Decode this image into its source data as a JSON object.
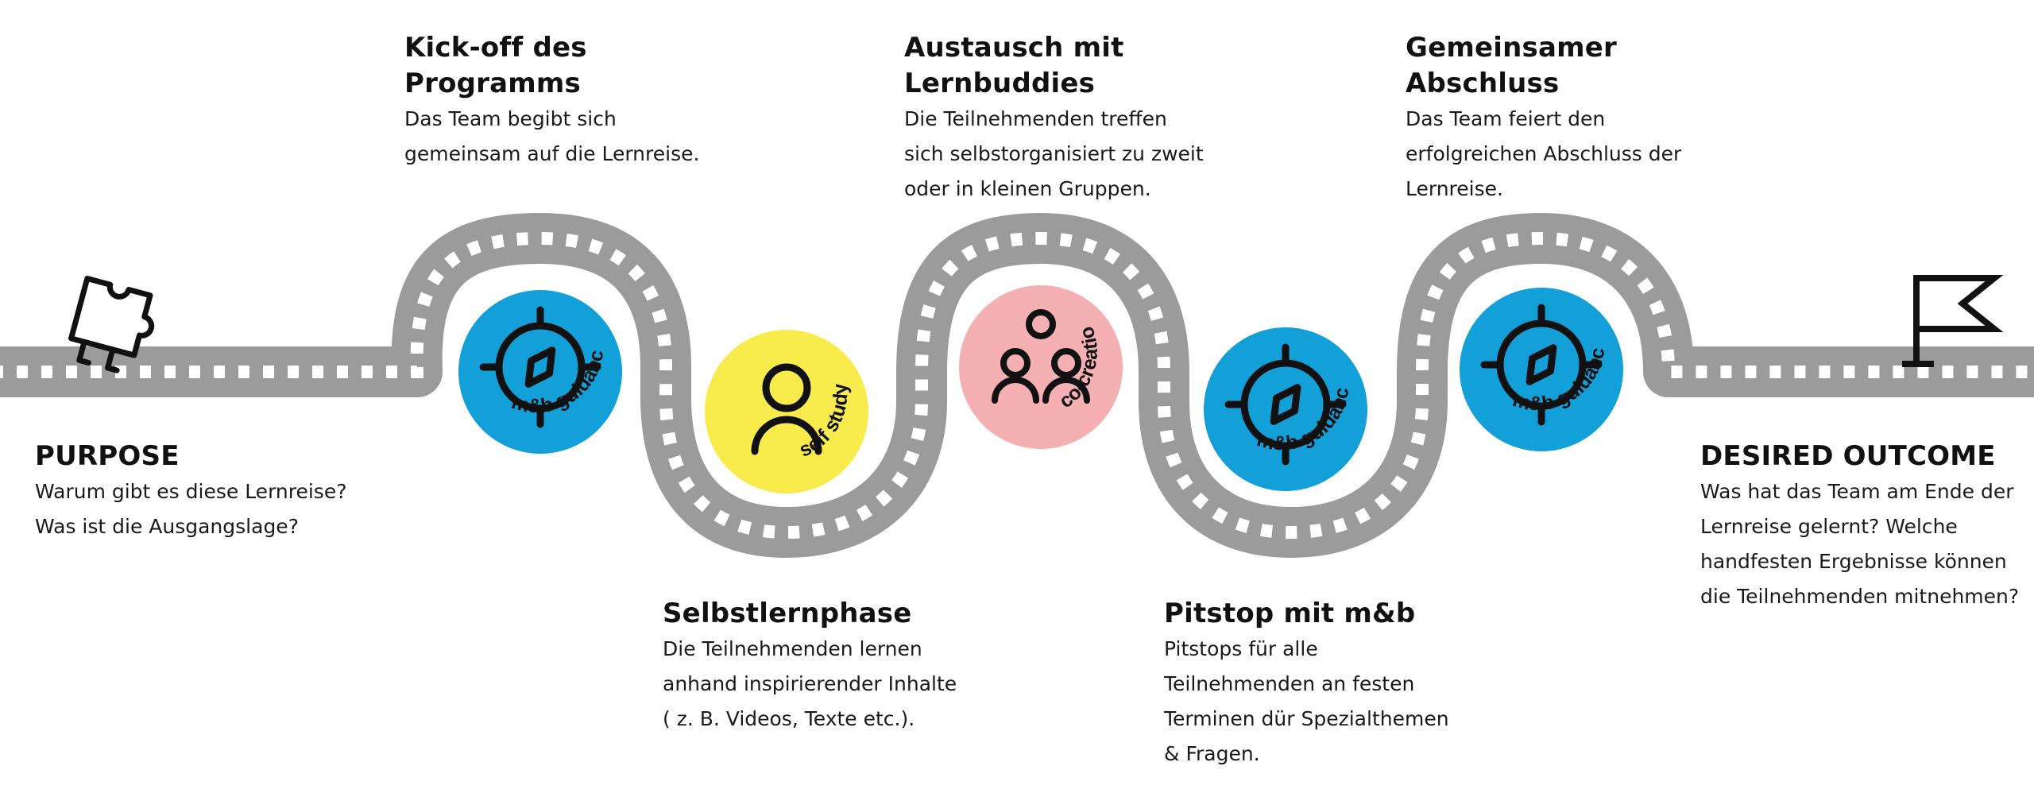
{
  "colors": {
    "road": "#9b9b9b",
    "dash": "#ffffff",
    "guidance": "#139fd8",
    "self_study": "#f8ec4c",
    "co_creation": "#f5b0b4",
    "icon": "#111111"
  },
  "start": {
    "title": "PURPOSE",
    "lines": [
      "Warum gibt es diese Lernreise?",
      "Was ist die Ausgangslage?"
    ],
    "icon": "puzzle-piece-icon"
  },
  "end": {
    "title": "DESIRED OUTCOME",
    "lines": [
      "Was hat das Team am Ende der",
      "Lernreise gelernt? Welche",
      "handfesten Ergebnisse können",
      "die Teilnehmenden mitnehmen?"
    ],
    "icon": "flag-icon"
  },
  "steps": [
    {
      "title_lines": [
        "Kick-off des",
        "Programms"
      ],
      "lines": [
        "Das Team begibt sich",
        "gemeinsam auf die Lernreise."
      ],
      "badge": "m&b guidance",
      "icon": "compass-icon"
    },
    {
      "title_lines": [
        "Selbstlernphase"
      ],
      "lines": [
        "Die Teilnehmenden lernen",
        "anhand inspirierender Inhalte",
        "( z. B. Videos, Texte etc.)."
      ],
      "badge": "self study",
      "icon": "person-icon"
    },
    {
      "title_lines": [
        "Austausch mit",
        "Lernbuddies"
      ],
      "lines": [
        "Die Teilnehmenden treffen",
        "sich selbstorganisiert zu zweit",
        "oder in kleinen Gruppen."
      ],
      "badge": "co-creation",
      "icon": "group-icon"
    },
    {
      "title_lines": [
        "Pitstop mit m&b"
      ],
      "lines": [
        "Pitstops für alle",
        "Teilnehmenden an festen",
        "Terminen dür Spezialthemen",
        "& Fragen."
      ],
      "badge": "m&b guidance",
      "icon": "compass-icon"
    },
    {
      "title_lines": [
        "Gemeinsamer",
        "Abschluss"
      ],
      "lines": [
        "Das Team feiert den",
        "erfolgreichen Abschluss der",
        "Lernreise."
      ],
      "badge": "m&b guidance",
      "icon": "compass-icon"
    }
  ]
}
